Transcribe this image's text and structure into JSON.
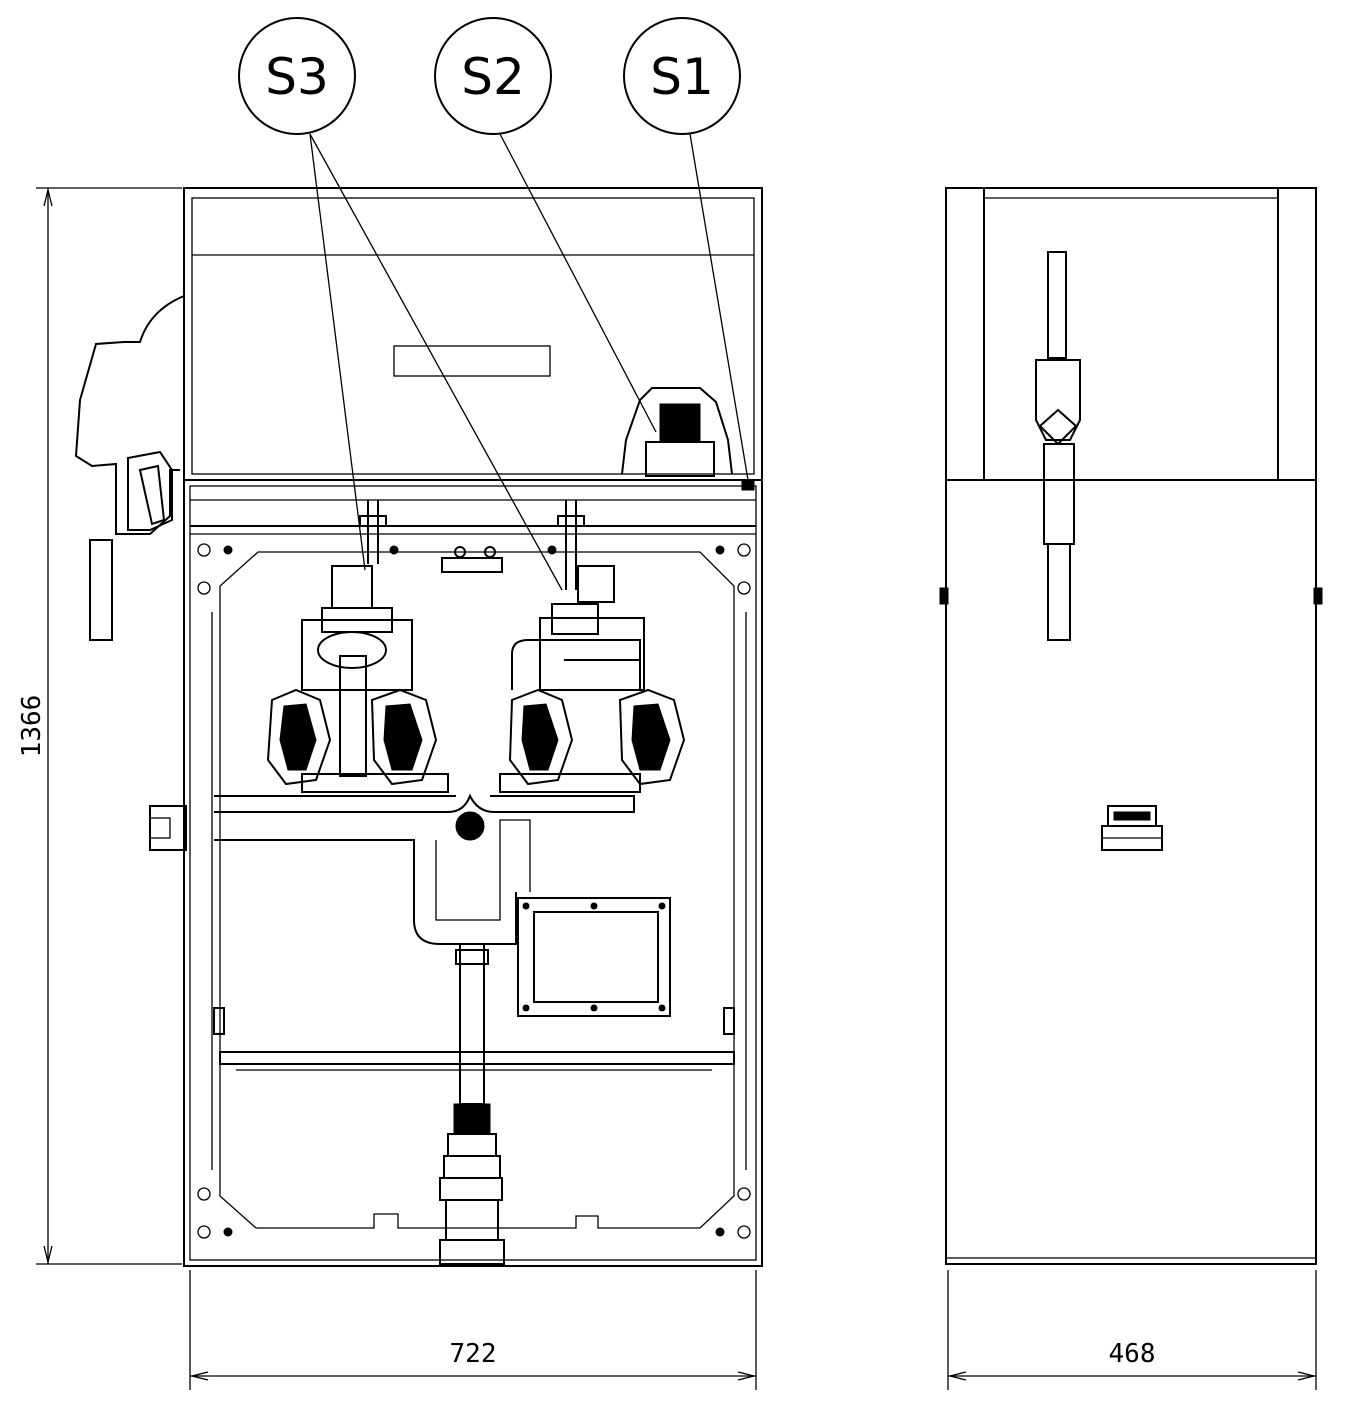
{
  "callouts": [
    {
      "id": "s3",
      "label": "S3"
    },
    {
      "id": "s2",
      "label": "S2"
    },
    {
      "id": "s1",
      "label": "S1"
    }
  ],
  "dimensions": {
    "height": "1366",
    "front_width": "722",
    "side_width": "468"
  },
  "colors": {
    "line": "#000000",
    "background": "#ffffff"
  }
}
